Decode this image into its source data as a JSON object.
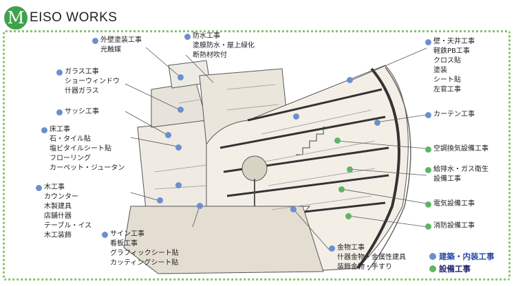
{
  "brand": {
    "initial": "M",
    "name": "EISO WORKS"
  },
  "colors": {
    "architecture": "#6b8fd0",
    "equipment": "#62b368",
    "border": "#86c56a",
    "logo": "#3fa24a"
  },
  "labels_left": [
    {
      "lines": [
        "外壁塗装工事",
        "光触媒"
      ]
    },
    {
      "lines": [
        "防水工事",
        "塗膜防水・屋上緑化",
        "断熱材吹付"
      ]
    },
    {
      "lines": [
        "ガラス工事",
        "ショーウィンドウ",
        "什器ガラス"
      ]
    },
    {
      "lines": [
        "サッシ工事"
      ]
    },
    {
      "lines": [
        "床工事",
        "石・タイル貼",
        "塩ビタイルシート貼",
        "フローリング",
        "カーペット・ジュータン"
      ]
    },
    {
      "lines": [
        "木工事",
        "カウンター",
        "木製建具",
        "店舗什器",
        "テーブル・イス",
        "木工装飾"
      ]
    },
    {
      "lines": [
        "サイン工事",
        "看板工事",
        "グラフィックシート貼",
        "カッティングシート貼"
      ]
    },
    {
      "lines": [
        "金物工事",
        "什器金物・金属性建具",
        "装飾金物・手すり"
      ]
    }
  ],
  "labels_right": [
    {
      "lines": [
        "壁・天井工事",
        "軽鉄PB工事",
        "クロス貼",
        "塗装",
        "シート貼",
        "左官工事"
      ]
    },
    {
      "lines": [
        "カーテン工事"
      ]
    },
    {
      "lines": [
        "空調換気設備工事"
      ]
    },
    {
      "lines": [
        "給排水・ガス衛生",
        "設備工事"
      ]
    },
    {
      "lines": [
        "電気設備工事"
      ]
    },
    {
      "lines": [
        "消防設備工事"
      ]
    }
  ],
  "legend": [
    {
      "text": "建築・内装工事",
      "color": "#6b8fd0"
    },
    {
      "text": "設備工事",
      "color": "#62b368"
    }
  ]
}
